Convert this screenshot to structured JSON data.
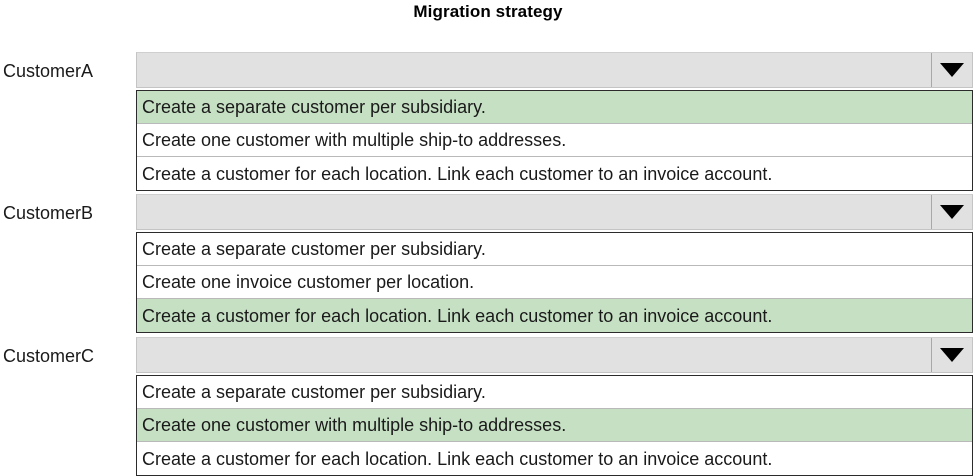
{
  "page": {
    "title": "Migration strategy"
  },
  "colors": {
    "highlight_green": "#c6e0c3",
    "combobox_gray": "#e1e1e1",
    "listbox_border": "#2b2b2b",
    "text": "#1a1a1a",
    "background": "#ffffff"
  },
  "icons": {
    "dropdown_arrow": "chevron-down-icon"
  },
  "groups": [
    {
      "label": "CustomerA",
      "combobox": {
        "value": "",
        "placeholder": ""
      },
      "options": [
        {
          "label": "Create a separate customer per subsidiary.",
          "selected": true
        },
        {
          "label": "Create one customer with multiple ship-to addresses.",
          "selected": false
        },
        {
          "label": "Create a customer for each location. Link each customer to an invoice account.",
          "selected": false
        }
      ]
    },
    {
      "label": "CustomerB",
      "combobox": {
        "value": "",
        "placeholder": ""
      },
      "options": [
        {
          "label": "Create a separate customer per subsidiary.",
          "selected": false
        },
        {
          "label": "Create one invoice customer per location.",
          "selected": false
        },
        {
          "label": "Create a customer for each location. Link each customer to an invoice account.",
          "selected": true
        }
      ]
    },
    {
      "label": "CustomerC",
      "combobox": {
        "value": "",
        "placeholder": ""
      },
      "options": [
        {
          "label": "Create a separate customer per subsidiary.",
          "selected": false
        },
        {
          "label": "Create one customer with multiple ship-to addresses.",
          "selected": true
        },
        {
          "label": "Create a customer for each location. Link each customer to an invoice account.",
          "selected": false
        }
      ]
    }
  ]
}
